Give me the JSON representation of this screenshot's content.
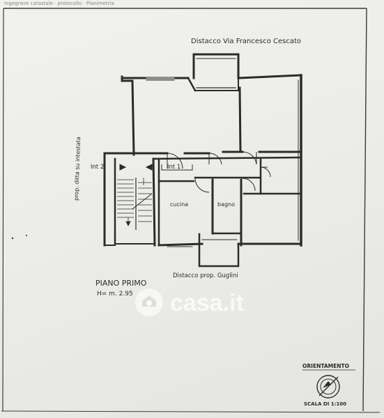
{
  "header_text": "Ingegnere catastale · protocollo · Planimetria",
  "labels": {
    "top_distance": "Distacco Via Francesco Cescato",
    "left_distance": "prop. ditta su intestata",
    "int2": "Int 2",
    "int1": "Int 1",
    "cucina": "cucina",
    "bagno": "bagno",
    "bottom_distance": "Distacco prop. Guglini",
    "floor_name": "PIANO PRIMO",
    "height": "H= m. 2.95"
  },
  "orientation": {
    "title": "ORIENTAMENTO",
    "scale": "SCALA DI 1:100"
  },
  "watermark": {
    "text": "casa.it"
  },
  "colors": {
    "ink": "#2b2b2b",
    "paper": "#efefec",
    "watermark": "#ffffff"
  }
}
